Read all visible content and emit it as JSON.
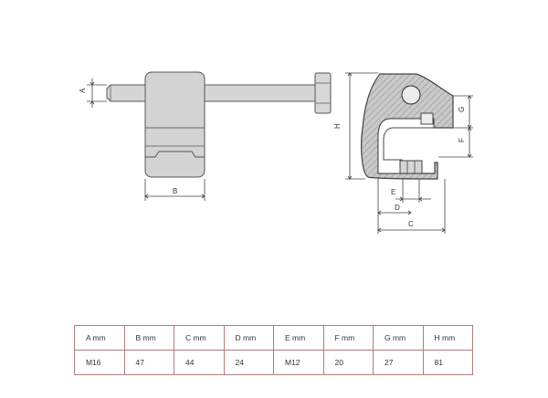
{
  "drawing": {
    "labels": {
      "a": "A",
      "b": "B",
      "c": "C",
      "d": "D",
      "e": "E",
      "f": "F",
      "g": "G",
      "h": "H"
    }
  },
  "table": {
    "headers": [
      "A mm",
      "B mm",
      "C mm",
      "D mm",
      "E mm",
      "F mm",
      "G mm",
      "H mm"
    ],
    "values": [
      "M16",
      "47",
      "44",
      "24",
      "M12",
      "20",
      "27",
      "81"
    ]
  }
}
